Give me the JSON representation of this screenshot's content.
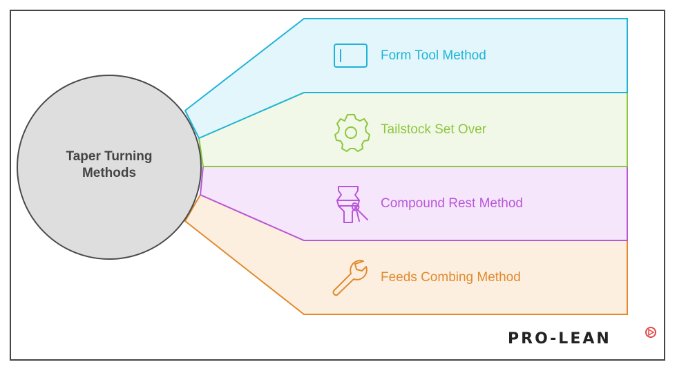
{
  "hub": {
    "line1": "Taper Turning",
    "line2": "Methods"
  },
  "branches": [
    {
      "label": "Form Tool Method",
      "icon": "form-tool-icon",
      "color": "#1eb4d8",
      "fill": "#e3f6fb"
    },
    {
      "label": "Tailstock Set Over",
      "icon": "gear-icon",
      "color": "#8cc63f",
      "fill": "#f1f8e7"
    },
    {
      "label": "Compound Rest Method",
      "icon": "vase-brush-icon",
      "color": "#b856d8",
      "fill": "#f5e6fb"
    },
    {
      "label": "Feeds Combing Method",
      "icon": "wrench-icon",
      "color": "#e08a2e",
      "fill": "#fdefe0"
    }
  ],
  "logo": {
    "text": "PRO-LEAN"
  }
}
